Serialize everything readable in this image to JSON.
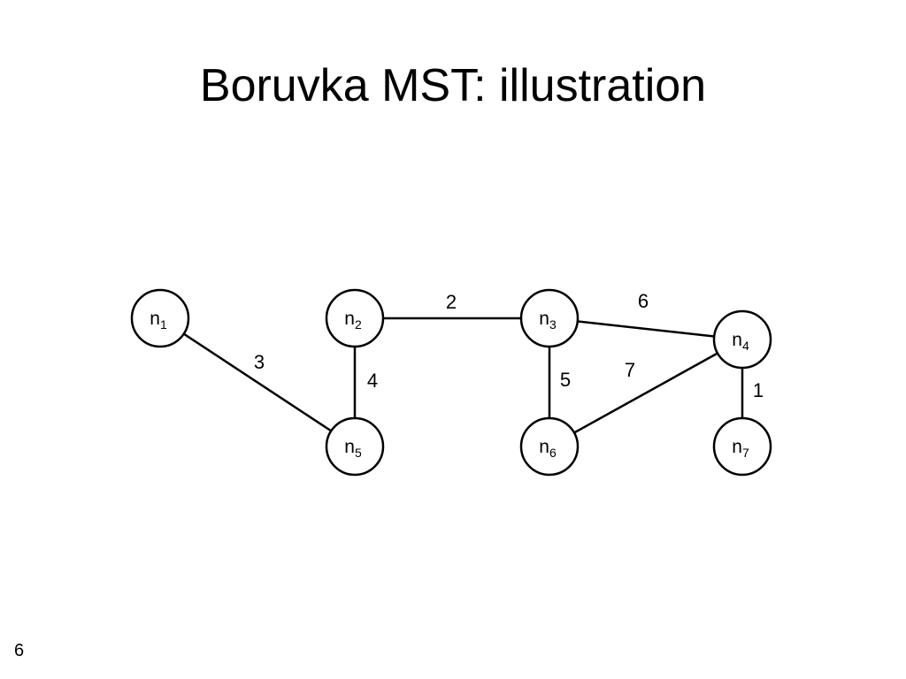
{
  "slide": {
    "title": "Boruvka MST: illustration",
    "number": "6"
  },
  "graph": {
    "nodes": [
      {
        "id": "n1",
        "label": "n",
        "subscript": "1"
      },
      {
        "id": "n2",
        "label": "n",
        "subscript": "2"
      },
      {
        "id": "n3",
        "label": "n",
        "subscript": "3"
      },
      {
        "id": "n4",
        "label": "n",
        "subscript": "4"
      },
      {
        "id": "n5",
        "label": "n",
        "subscript": "5"
      },
      {
        "id": "n6",
        "label": "n",
        "subscript": "6"
      },
      {
        "id": "n7",
        "label": "n",
        "subscript": "7"
      }
    ],
    "edges": [
      {
        "from": "n1",
        "to": "n5",
        "weight": "3"
      },
      {
        "from": "n2",
        "to": "n3",
        "weight": "2"
      },
      {
        "from": "n2",
        "to": "n5",
        "weight": "4"
      },
      {
        "from": "n3",
        "to": "n4",
        "weight": "6"
      },
      {
        "from": "n3",
        "to": "n6",
        "weight": "5"
      },
      {
        "from": "n4",
        "to": "n6",
        "weight": "7"
      },
      {
        "from": "n4",
        "to": "n7",
        "weight": "1"
      }
    ]
  }
}
